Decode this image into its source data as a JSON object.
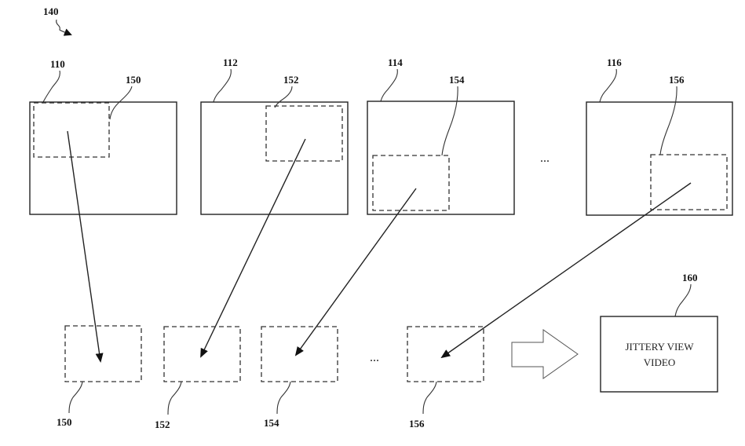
{
  "figure": {
    "label": "140"
  },
  "frames": [
    {
      "label": "110",
      "crop_label": "150"
    },
    {
      "label": "112",
      "crop_label": "152"
    },
    {
      "label": "114",
      "crop_label": "154"
    },
    {
      "label": "116",
      "crop_label": "156"
    }
  ],
  "frames_ellipsis": "...",
  "crops": [
    {
      "label": "150"
    },
    {
      "label": "152"
    },
    {
      "label": "154"
    },
    {
      "label": "156"
    }
  ],
  "crops_ellipsis": "...",
  "output": {
    "label": "160",
    "text_line1": "JITTERY VIEW",
    "text_line2": "VIDEO"
  },
  "colors": {
    "stroke": "#222222",
    "background": "#ffffff"
  }
}
